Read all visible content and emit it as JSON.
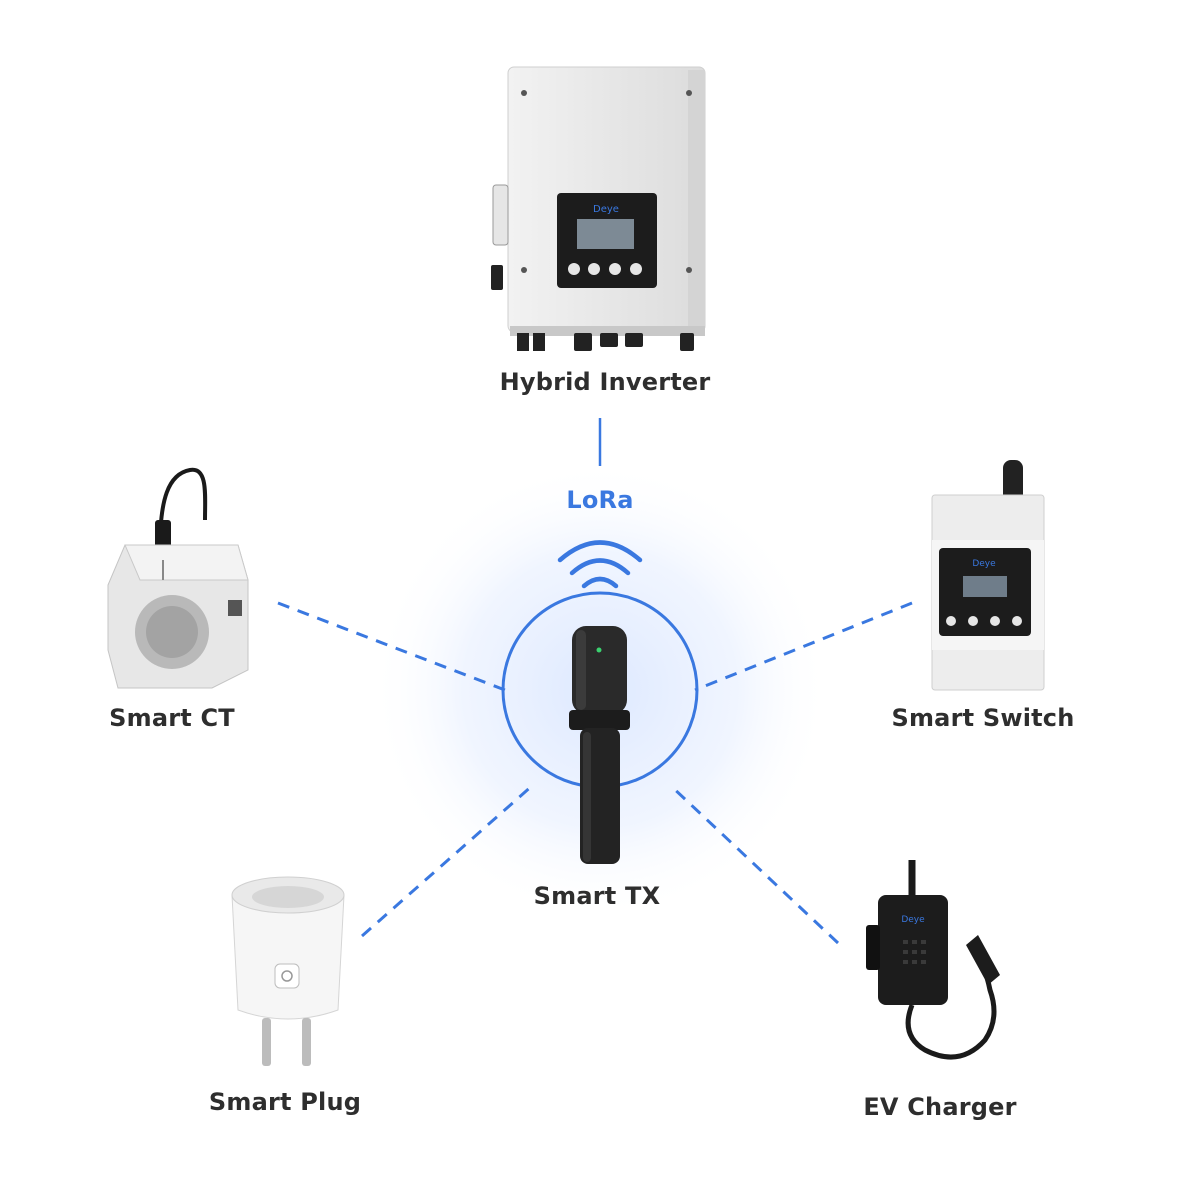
{
  "center": {
    "label": "Smart TX",
    "protocol": "LoRa"
  },
  "devices": {
    "inverter": {
      "label": "Hybrid Inverter",
      "brand": "Deye"
    },
    "ct": {
      "label": "Smart CT"
    },
    "switch": {
      "label": "Smart Switch",
      "brand": "Deye"
    },
    "plug": {
      "label": "Smart Plug"
    },
    "ev": {
      "label": "EV Charger",
      "brand": "Deye"
    }
  },
  "colors": {
    "accent": "#3a78e0",
    "dash": "#3a78e0",
    "glow": "#e6efff",
    "device_dark": "#1e1e1e"
  }
}
